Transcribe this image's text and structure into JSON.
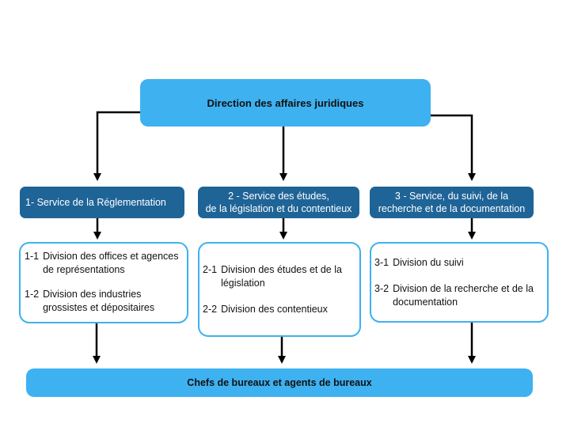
{
  "top": {
    "label": "Direction des affaires juridiques"
  },
  "services": [
    {
      "lines": [
        "1- Service de la Réglementation"
      ]
    },
    {
      "lines": [
        "2 - Service des études,",
        "de la législation et du contentieux"
      ]
    },
    {
      "lines": [
        "3 - Service, du suivi, de la",
        "recherche et de la documentation"
      ]
    }
  ],
  "divisions": [
    {
      "items": [
        {
          "num": "1-1",
          "text": "Division des offices et agences de représentations"
        },
        {
          "num": "1-2",
          "text": "Division des industries grossistes et dépositaires"
        }
      ]
    },
    {
      "items": [
        {
          "num": "2-1",
          "text": "Division des études et de la législation"
        },
        {
          "num": "2-2",
          "text": "Division des contentieux"
        }
      ]
    },
    {
      "items": [
        {
          "num": "3-1",
          "text": "Division du suivi"
        },
        {
          "num": "3-2",
          "text": "Division de la recherche et de la documentation"
        }
      ]
    }
  ],
  "bottom": {
    "label": "Chefs de bureaux et agents de bureaux"
  },
  "colors": {
    "light_blue": "#3eb1f0",
    "dark_blue": "#1f6497",
    "line": "#000000"
  }
}
